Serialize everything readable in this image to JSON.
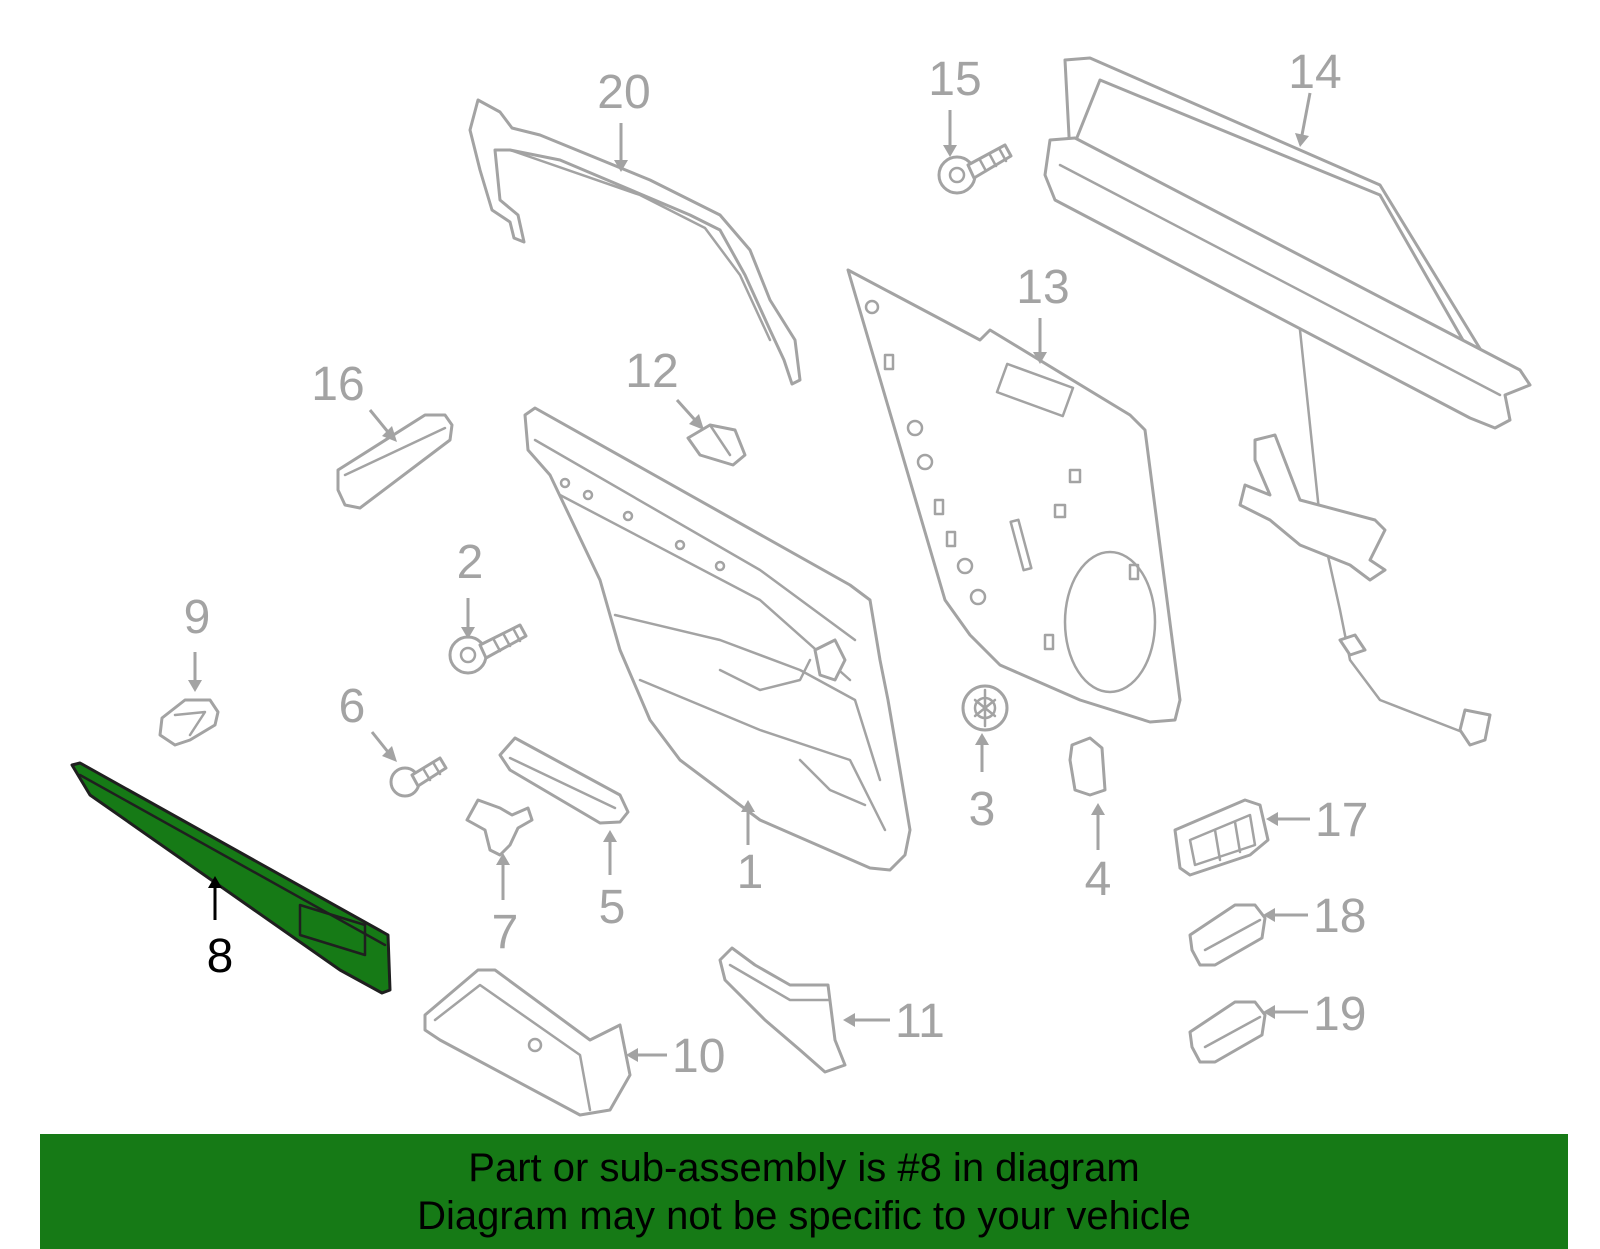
{
  "diagram": {
    "highlight_color": "#167a16",
    "highlighted_part": "8",
    "callouts": [
      "1",
      "2",
      "3",
      "4",
      "5",
      "6",
      "7",
      "8",
      "9",
      "10",
      "11",
      "12",
      "13",
      "14",
      "15",
      "16",
      "17",
      "18",
      "19",
      "20"
    ]
  },
  "banner": {
    "background": "#167a16",
    "line1": "Part or sub-assembly is #8 in diagram",
    "line2": "Diagram may not be specific to your vehicle"
  }
}
